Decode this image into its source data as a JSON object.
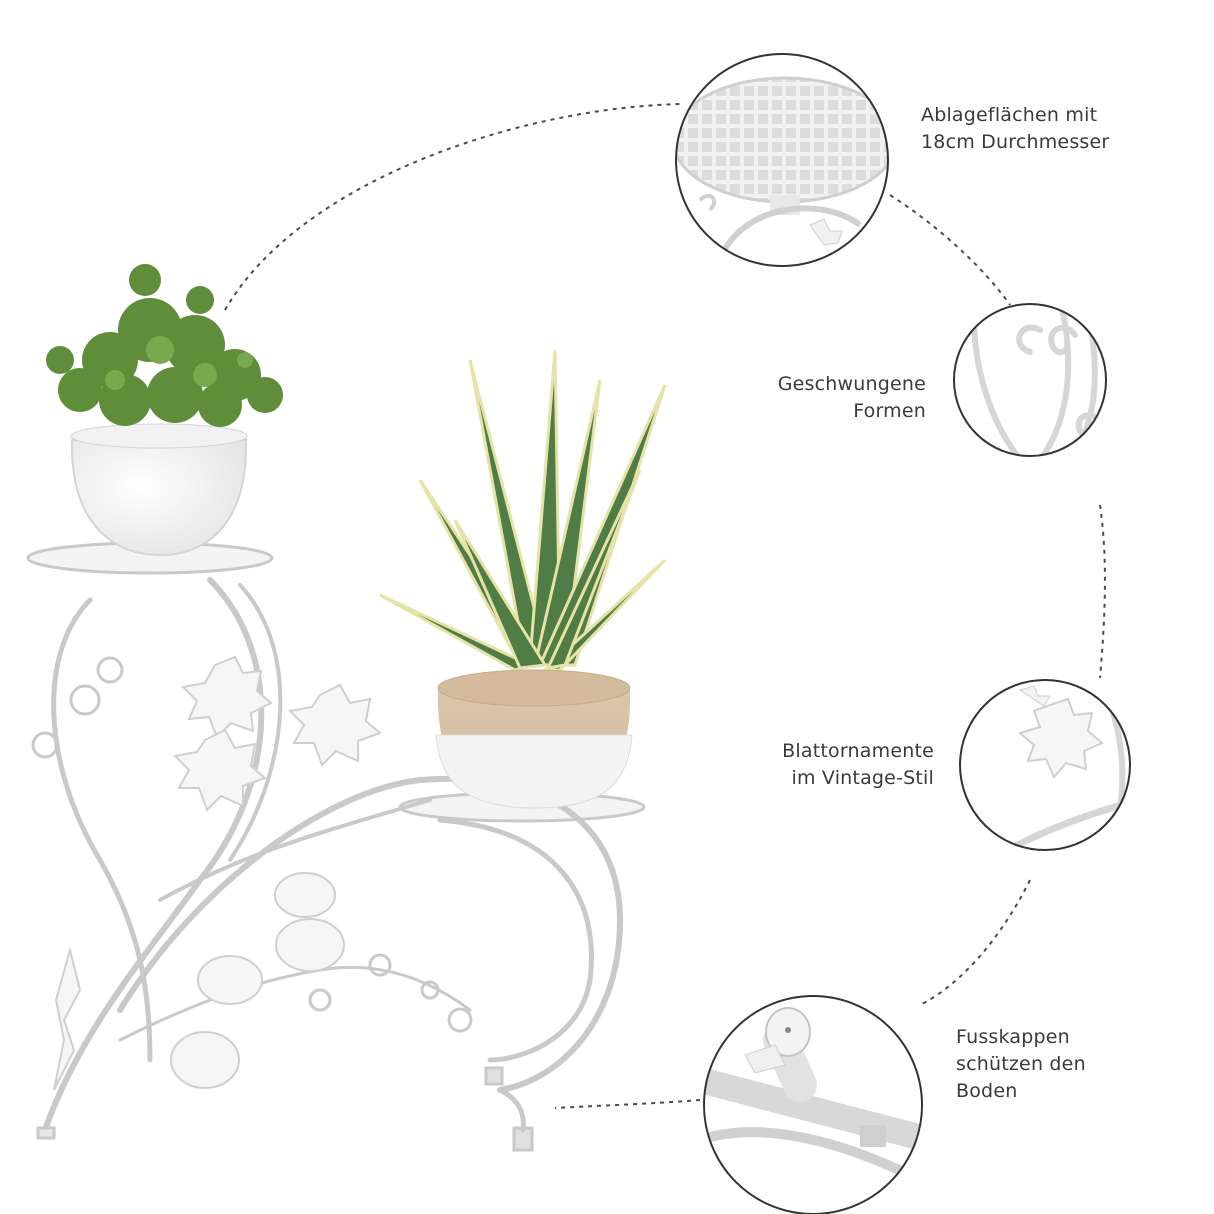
{
  "callouts": [
    {
      "id": "shelf-surface",
      "lines": [
        "Ablageflächen mit",
        "18cm Durchmesser"
      ]
    },
    {
      "id": "curved-shapes",
      "lines": [
        "Geschwungene",
        "Formen"
      ]
    },
    {
      "id": "leaf-ornaments",
      "lines": [
        "Blattornamente",
        "im Vintage-Stil"
      ]
    },
    {
      "id": "foot-caps",
      "lines": [
        "Fusskappen",
        "schützen den",
        "Boden"
      ]
    }
  ],
  "colors": {
    "background": "#ffffff",
    "metal": "#f4f4f4",
    "metal_edge": "#c9c9c9",
    "text": "#3a3a3a",
    "dashed_line": "#4a4a4a",
    "plant_green": "#5f8d3a",
    "agave_green": "#4f7d45",
    "agave_edge": "#e6e3a8",
    "pot_white": "#f6f6f6",
    "pot_tan": "#d9c2a6"
  },
  "icons": [
    "plant-stand-image",
    "detail-circle-shelf",
    "detail-circle-scroll",
    "detail-circle-leaf",
    "detail-circle-foot"
  ]
}
